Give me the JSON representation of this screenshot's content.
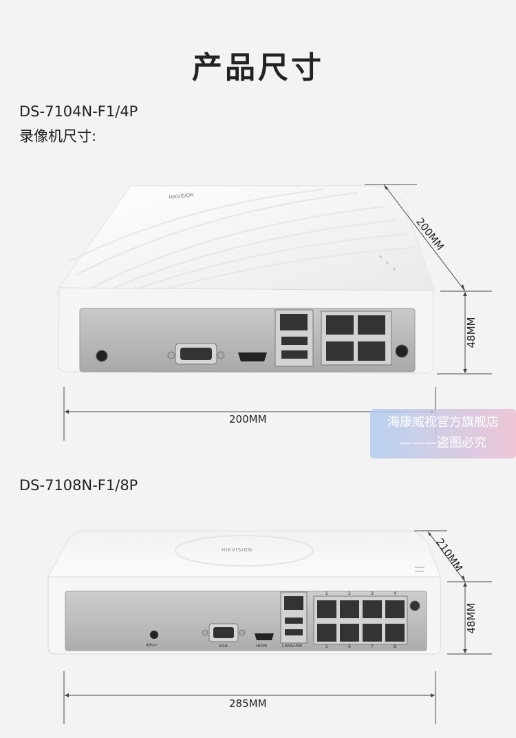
{
  "page": {
    "title": "产品尺寸"
  },
  "product1": {
    "model": "DS-7104N-F1/4P",
    "subtitle": "录像机尺寸:",
    "width_label": "200MM",
    "depth_label": "200MM",
    "height_label": "48MM",
    "brand_text": "HIKVISION"
  },
  "product2": {
    "model": "DS-7108N-F1/8P",
    "width_label": "285MM",
    "depth_label": "210MM",
    "height_label": "48MM",
    "brand_text": "HIKVISION",
    "port_labels": {
      "power": "48V⎓",
      "vga": "VGA",
      "hdmi": "HDMI",
      "lan_usb": "LAN&USB",
      "poe_top": [
        "1",
        "2",
        "3",
        "4"
      ],
      "poe_bottom": [
        "5",
        "6",
        "7",
        "8"
      ]
    }
  },
  "watermark": {
    "line1": "海康威视官方旗舰店",
    "line2": "———盗图必究"
  },
  "colors": {
    "background": "#f3f3f3",
    "device_white": "#f7f7f7",
    "panel_gray": "#b9b9b9",
    "text": "#222222"
  }
}
